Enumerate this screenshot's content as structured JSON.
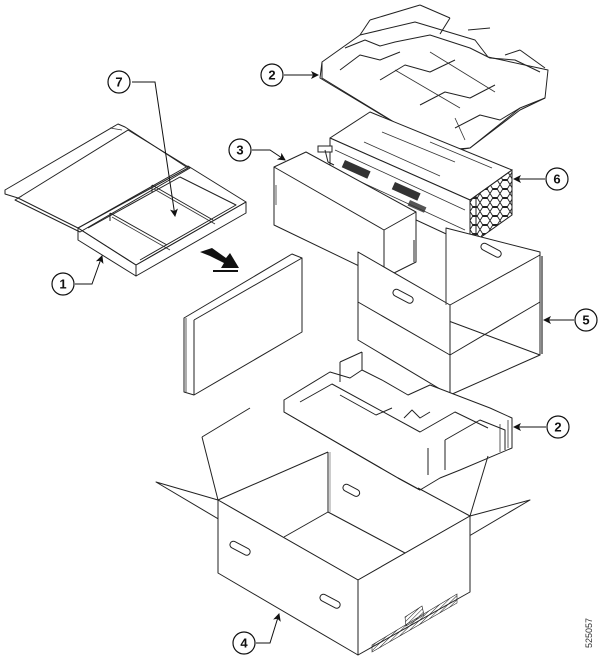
{
  "figure": {
    "title": "Packing components exploded view",
    "figure_id": "525057"
  },
  "callouts": [
    {
      "number": "1",
      "part": "accessory-tray"
    },
    {
      "number": "2",
      "part": "top-foam-cushion"
    },
    {
      "number": "2",
      "part": "bottom-foam-cushion"
    },
    {
      "number": "3",
      "part": "chassis-sleeve"
    },
    {
      "number": "4",
      "part": "outer-carton"
    },
    {
      "number": "5",
      "part": "inner-carton-frame"
    },
    {
      "number": "6",
      "part": "chassis"
    },
    {
      "number": "7",
      "part": "accessory-tray-compartment"
    }
  ]
}
